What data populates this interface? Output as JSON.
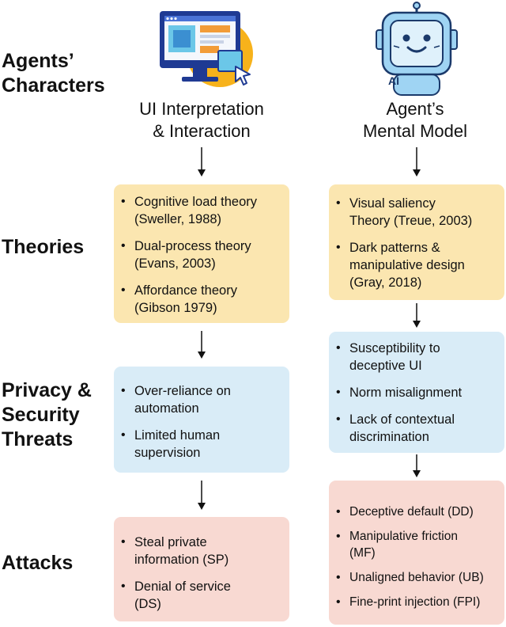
{
  "colors": {
    "theory_box": "#fbe6b0",
    "threat_box": "#d9ecf7",
    "attack_box": "#f8d9d2",
    "monitor_frame": "#1f3a93",
    "sun_orange": "#f7b21b",
    "robot_blue": "#9fd4f3"
  },
  "icons": {
    "ui": "computer-monitor-cursor-icon",
    "agent": "ai-robot-icon"
  },
  "row_labels": {
    "characters": [
      "Agents’",
      "Characters"
    ],
    "theories": [
      "Theories"
    ],
    "threats": [
      "Privacy &",
      "Security",
      "Threats"
    ],
    "attacks": [
      "Attacks"
    ]
  },
  "left_column": {
    "heading": [
      "UI Interpretation",
      "& Interaction"
    ],
    "theories": [
      [
        "Cognitive load theory",
        "(Sweller, 1988)"
      ],
      [
        "Dual-process theory",
        "(Evans, 2003)"
      ],
      [
        "Affordance theory",
        "(Gibson 1979)"
      ]
    ],
    "threats": [
      [
        "Over-reliance on",
        "automation"
      ],
      [
        "Limited human",
        "supervision"
      ]
    ],
    "attacks": [
      [
        "Steal private",
        "information (SP)"
      ],
      [
        "Denial of service",
        "(DS)"
      ]
    ]
  },
  "right_column": {
    "heading": [
      "Agent’s",
      "Mental Model"
    ],
    "robot_badge": "AI",
    "theories": [
      [
        "Visual saliency",
        "Theory (Treue, 2003)"
      ],
      [
        "Dark patterns &",
        "manipulative design",
        "(Gray, 2018)"
      ]
    ],
    "threats": [
      [
        "Susceptibility to",
        "deceptive UI"
      ],
      [
        "Norm misalignment"
      ],
      [
        "Lack of contextual",
        "discrimination"
      ]
    ],
    "attacks": [
      [
        "Deceptive default (DD)"
      ],
      [
        "Manipulative friction",
        "(MF)"
      ],
      [
        "Unaligned behavior (UB)"
      ],
      [
        "Fine-print injection (FPI)"
      ]
    ]
  }
}
